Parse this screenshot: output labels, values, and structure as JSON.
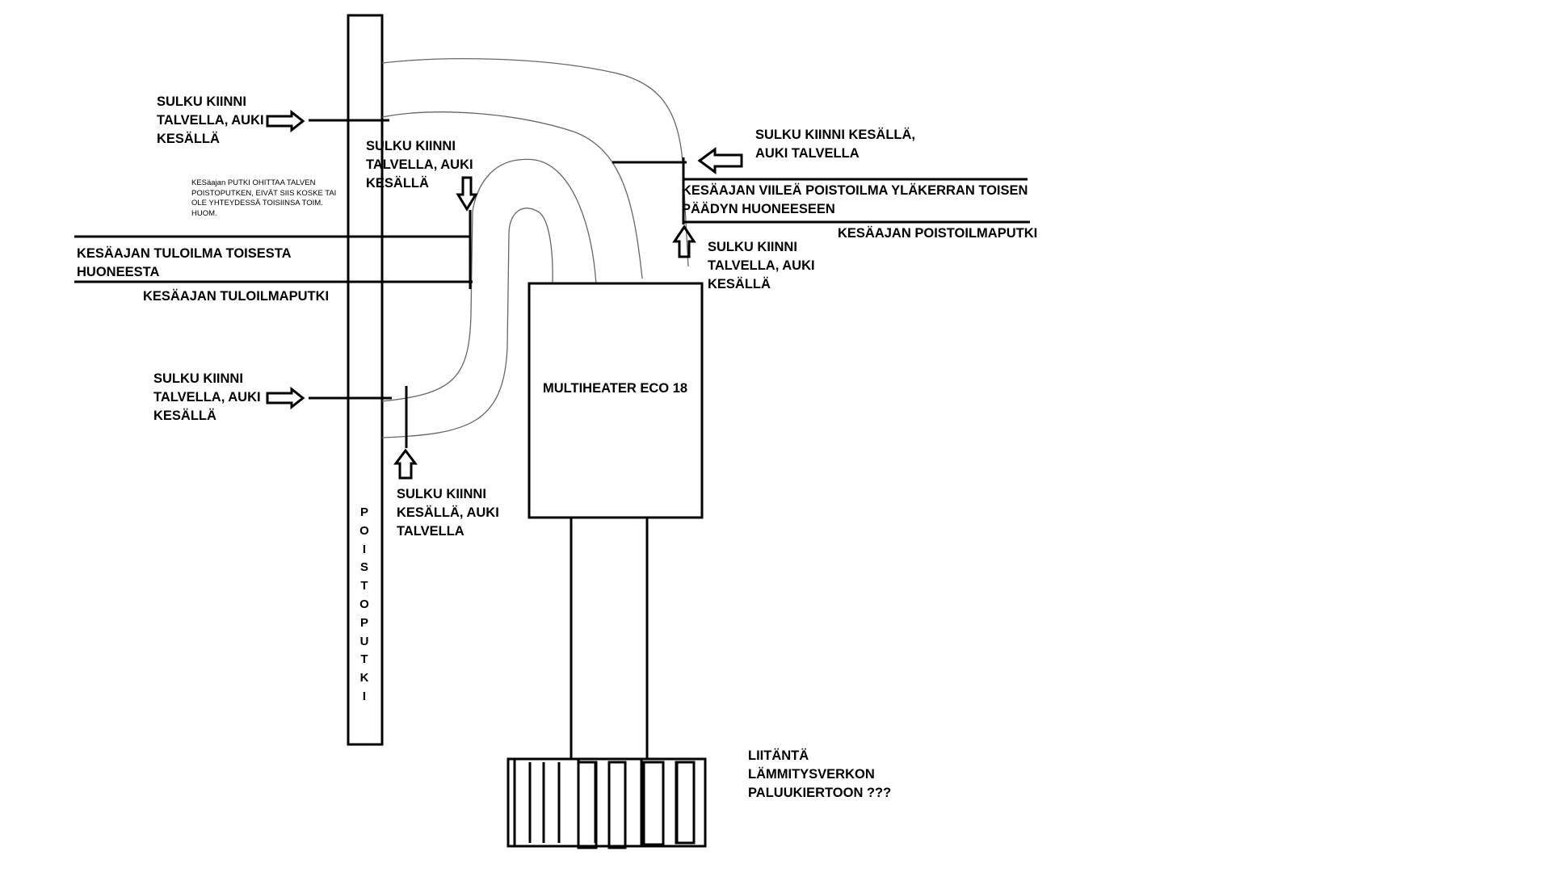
{
  "labels": {
    "damper_top_left": "SULKU KIINNI\nTALVELLA, AUKI\nKESÄLLÄ",
    "damper_top_middle": "SULKU KIINNI\nTALVELLA, AUKI\nKESÄLLÄ",
    "damper_top_right": "SULKU KIINNI KESÄLLÄ,\nAUKI TALVELLA",
    "damper_right_lower": "SULKU KIINNI\nTALVELLA, AUKI\nKESÄLLÄ",
    "damper_bottom_left": "SULKU KIINNI\nTALVELLA, AUKI\nKESÄLLÄ",
    "damper_bottom_middle": "SULKU KIINNI\nKESÄLLÄ, AUKI\nTALVELLA",
    "summer_bypass_note": "KESäajan PUTKI OHITTAA TALVEN\nPOISTOPUTKEN, EIVÄT SIIS KOSKE TAI\nOLE YHTEYDESSÄ TOISIINSA TOIM.\nHUOM.",
    "summer_supply_room": "KESÄAJAN TULOILMA TOISESTA\nHUONEESTA",
    "summer_supply_pipe": "KESÄAJAN TULOILMAPUTKI",
    "summer_exhaust_room": "KESÄAJAN VIILEÄ POISTOILMA YLÄKERRAN TOISEN\nPÄÄDYN HUONEESEEN",
    "summer_exhaust_pipe": "KESÄAJAN POISTOILMAPUTKI",
    "heater_name": "MULTIHEATER ECO 18",
    "exhaust_pipe_vertical": "P\nO\nI\nS\nT\nO\nP\nU\nT\nK\nI",
    "radiator_connection": "LIITÄNTÄ\nLÄMMITYSVERKON\nPALUUKIERTOON ???"
  },
  "colors": {
    "line": "#000000",
    "duct_outline": "#555555",
    "background": "#ffffff"
  }
}
